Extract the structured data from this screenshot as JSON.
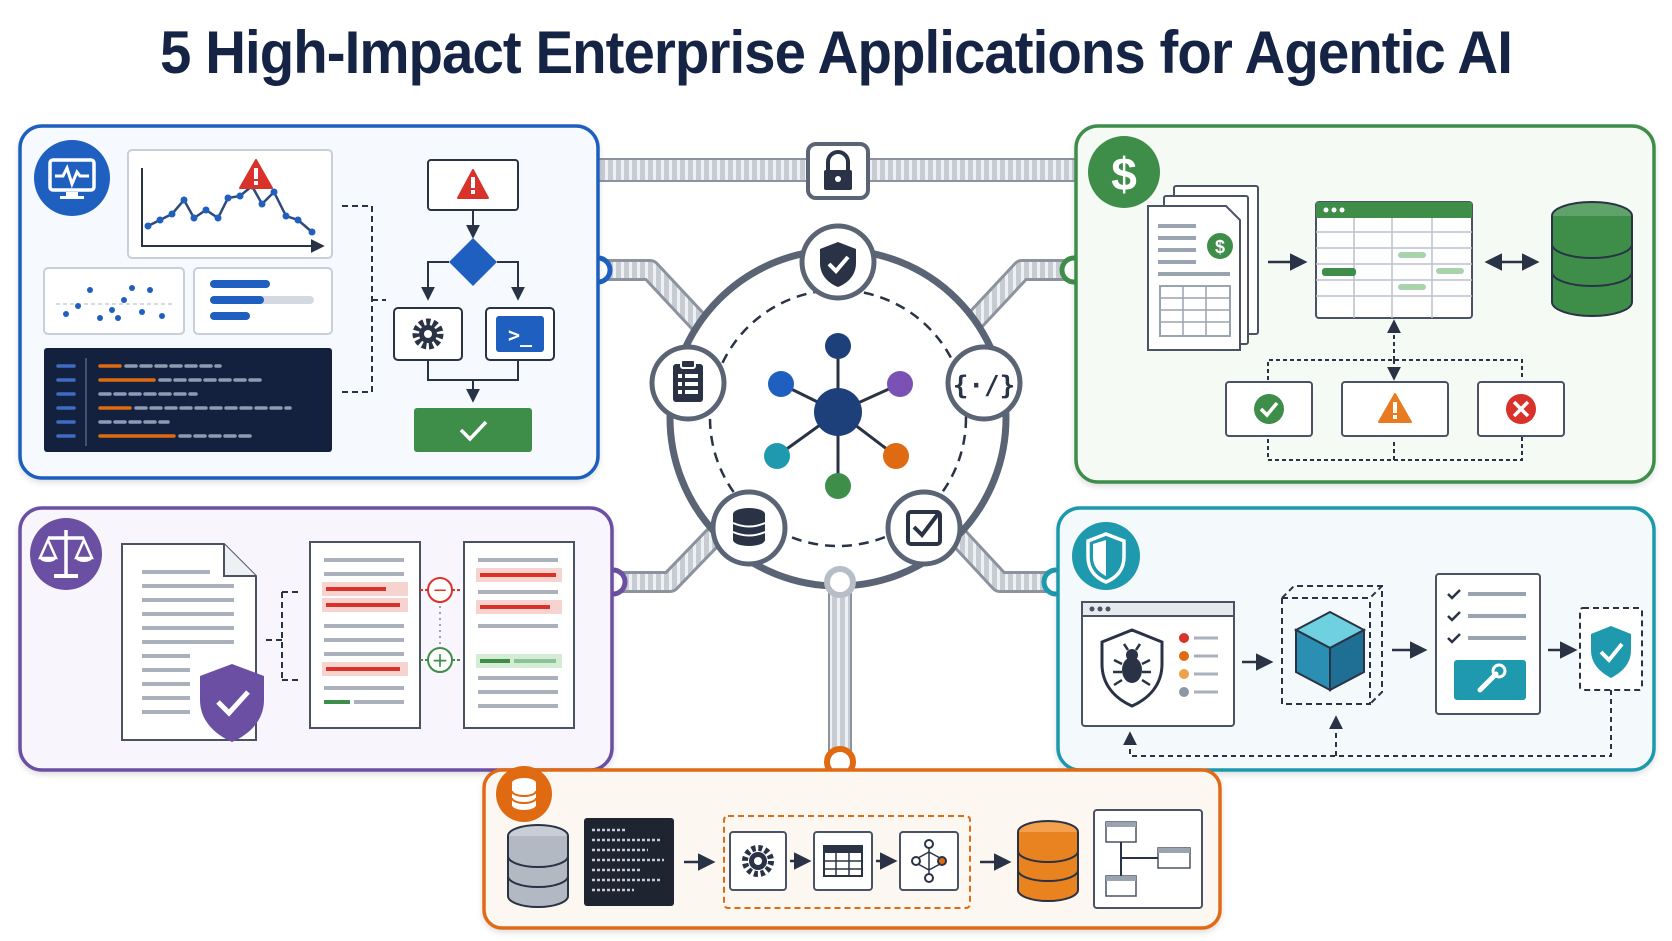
{
  "title": "5 High-Impact Enterprise Applications for Agentic AI",
  "colors": {
    "navy": "#152444",
    "blue": "#1f5fbf",
    "green": "#3e8e4a",
    "purple": "#6a4fa3",
    "teal": "#1e99ad",
    "orange": "#e06a12",
    "red": "#d9322b",
    "warning": "#e87a1f",
    "rail": "#b8bec7"
  },
  "hub": {
    "center_icon": "agent-network-icon",
    "ring_icons": [
      "shield-check-icon",
      "code-braces-icon",
      "checkbox-icon",
      "database-icon",
      "clipboard-icon"
    ],
    "top_lock_icon": "lock-icon",
    "code_glyph": "{·/}"
  },
  "panels": [
    {
      "id": "it-operations",
      "badge_icon": "monitor-pulse-icon",
      "accent": "#1f5fbf"
    },
    {
      "id": "finance",
      "badge_icon": "dollar-icon",
      "badge_text": "$",
      "accent": "#3e8e4a"
    },
    {
      "id": "legal-compliance",
      "badge_icon": "scales-icon",
      "accent": "#6a4fa3"
    },
    {
      "id": "security",
      "badge_icon": "shield-icon",
      "accent": "#1e99ad"
    },
    {
      "id": "data-engineering",
      "badge_icon": "database-icon",
      "accent": "#e06a12"
    }
  ],
  "symbols": {
    "prompt": ">_",
    "dollar": "$",
    "minus": "−",
    "plus": "+"
  }
}
